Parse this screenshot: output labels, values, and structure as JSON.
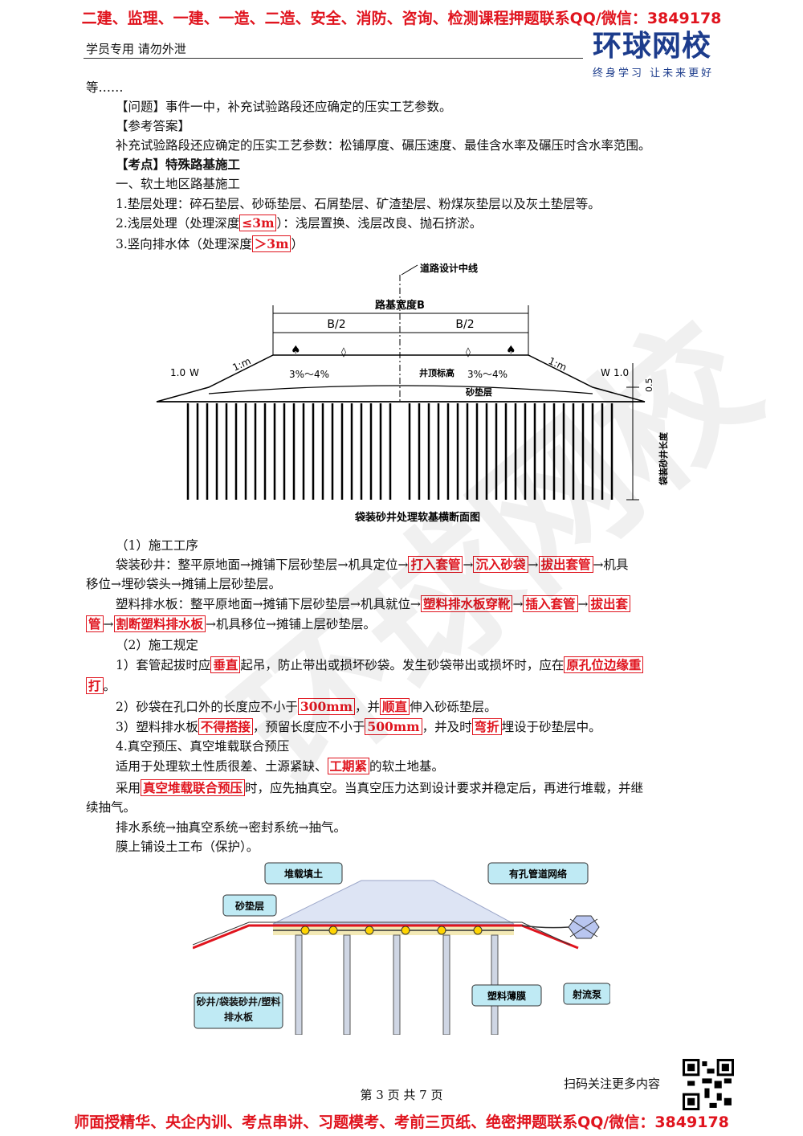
{
  "banners": {
    "top": "二建、监理、一建、一造、二造、安全、消防、咨询、检测课程押题联系QQ/微信：3849178",
    "bottom": "师面授精华、央企内训、考点串讲、习题模考、考前三页纸、绝密押题联系QQ/微信：3849178"
  },
  "header": {
    "left": "学员专用 请勿外泄",
    "logo_main": "环球网校",
    "logo_sub": "终身学习 让未来更好"
  },
  "body": {
    "l1": "等……",
    "l2": "【问题】事件一中，补充试验路段还应确定的压实工艺参数。",
    "l3": "【参考答案】",
    "l4": "补充试验路段还应确定的压实工艺参数：松铺厚度、碾压速度、最佳含水率及碾压时含水率范围。",
    "l5": "【考点】特殊路基施工",
    "l6": "一、软土地区路基施工",
    "l7": "1.垫层处理：碎石垫层、砂砾垫层、石屑垫层、矿渣垫层、粉煤灰垫层以及灰土垫层等。",
    "l8a": "2.浅层处理（处理深度",
    "l8b": "≤3m",
    "l8c": "）：浅层置换、浅层改良、抛石挤淤。",
    "l9a": "3.竖向排水体（处理深度",
    "l9b": "＞3m",
    "l9c": "）",
    "l10": "（1）施工工序",
    "l11a": "袋装砂井：整平原地面→摊铺下层砂垫层→机具定位→",
    "l11b": "打入套管",
    "l11c": "→",
    "l11d": "沉入砂袋",
    "l11e": "→",
    "l11f": "拔出套管",
    "l11g": "→机具",
    "l12": "移位→埋砂袋头→摊铺上层砂垫层。",
    "l13a": "塑料排水板：整平原地面→摊铺下层砂垫层→机具就位→",
    "l13b": "塑料排水板穿靴",
    "l13c": "→",
    "l13d": "插入套管",
    "l13e": "→",
    "l13f": "拔出套",
    "l14a": "管",
    "l14b": "→",
    "l14c": "割断塑料排水板",
    "l14d": "→机具移位→摊铺上层砂垫层。",
    "l15": "（2）施工规定",
    "l16a": "1）套管起拔时应",
    "l16b": "垂直",
    "l16c": "起吊，防止带出或损坏砂袋。发生砂袋带出或损坏时，应在",
    "l16d": "原孔位边缘重",
    "l17a": "打",
    "l17b": "。",
    "l18a": "2）砂袋在孔口外的长度应不小于",
    "l18b": "300mm",
    "l18c": "，并",
    "l18d": "顺直",
    "l18e": "伸入砂砾垫层。",
    "l19a": "3）塑料排水板",
    "l19b": "不得搭接",
    "l19c": "，预留长度应不小于",
    "l19d": "500mm",
    "l19e": "，并及时",
    "l19f": "弯折",
    "l19g": "埋设于砂垫层中。",
    "l20": "4.真空预压、真空堆载联合预压",
    "l21a": "适用于处理软土性质很差、土源紧缺、",
    "l21b": "工期紧",
    "l21c": "的软土地基。",
    "l22a": "采用",
    "l22b": "真空堆载联合预压",
    "l22c": "时，应先抽真空。当真空压力达到设计要求并稳定后，再进行堆载，并继",
    "l23": "续抽气。",
    "l24": "排水系统→抽真空系统→密封系统→抽气。",
    "l25": "膜上铺设土工布（保护）。"
  },
  "diagram1": {
    "centerline": "道路设计中线",
    "width": "路基宽度B",
    "half": "B/2",
    "slope": "1:m",
    "w": "1.0",
    "wl": "W",
    "grade": "3%～4%",
    "well_top": "井顶标高",
    "sand": "砂垫层",
    "h": "0.5",
    "length": "袋装砂井长度",
    "caption": "袋装砂井处理软基横断面图"
  },
  "diagram2": {
    "fill": "堆载填土",
    "pipe": "有孔管道网络",
    "sand": "砂垫层",
    "wells": "砂井/袋装砂井/塑料排水板",
    "film": "塑料薄膜",
    "pump": "射流泵"
  },
  "footer": {
    "scan": "扫码关注更多内容",
    "page": "第 3 页 共 7 页"
  }
}
